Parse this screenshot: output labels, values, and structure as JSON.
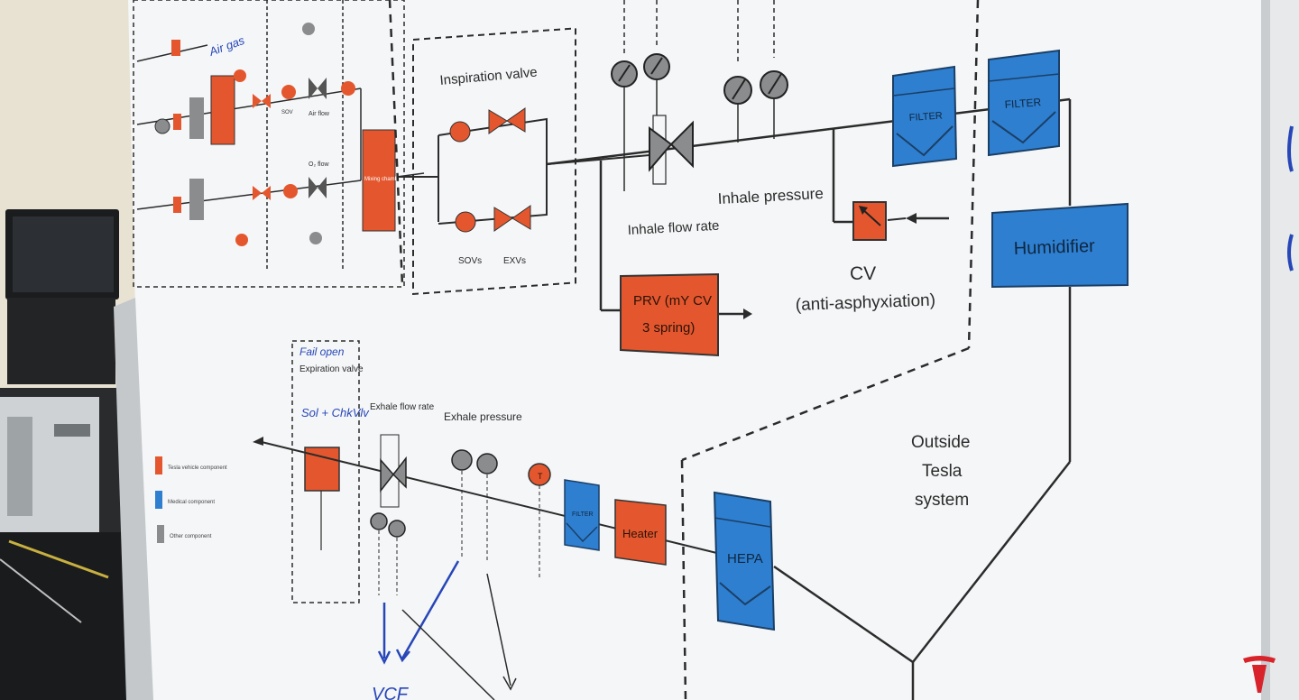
{
  "photo": {
    "subject": "Ventilator schematic on whiteboard",
    "colors": {
      "wall": "#e8e2d3",
      "board": "#f4f6f7",
      "board_edge": "#d9dde0",
      "orange": "#e4572e",
      "blue": "#2e7fd0",
      "grey": "#8a8c8e",
      "line": "#2b2b2b",
      "marker_blue": "#2746b8",
      "dark_equipment": "#1e1f21",
      "logo_red": "#d8232a"
    }
  },
  "diagram": {
    "inspiration_valve": "Inspiration valve",
    "sovs": "SOVs",
    "exvs": "EXVs",
    "inhale_flow_rate": "Inhale flow rate",
    "inhale_pressure": "Inhale pressure",
    "filter_1": "FILTER",
    "filter_2": "FILTER",
    "humidifier": "Humidifier",
    "cv": "CV",
    "cv_sub": "(anti-asphyxiation)",
    "prv_line1": "PRV (mY CV",
    "prv_line2": "3 spring)",
    "expiration_valve": "Expiration valve",
    "exhale_flow_rate": "Exhale flow rate",
    "exhale_pressure": "Exhale pressure",
    "filter_small": "FILTER",
    "heater": "Heater",
    "hepa": "HEPA",
    "outside_1": "Outside",
    "outside_2": "Tesla",
    "outside_3": "system",
    "sensor_t": "T",
    "air_flow": "Air flow",
    "o2_flow": "O₂ flow",
    "mixing_chamber": "Mixing chamber",
    "sov_small": "SOV",
    "handwritten_air_gas": "Air gas",
    "handwritten_fail_open": "Fail open",
    "handwritten_sol": "Sol + ChkVlv",
    "handwritten_vcf": "VCF"
  },
  "legend": {
    "items": [
      {
        "label": "Tesla vehicle component",
        "color": "#e4572e"
      },
      {
        "label": "Medical component",
        "color": "#2e7fd0"
      },
      {
        "label": "Other component",
        "color": "#8a8c8e"
      }
    ]
  }
}
